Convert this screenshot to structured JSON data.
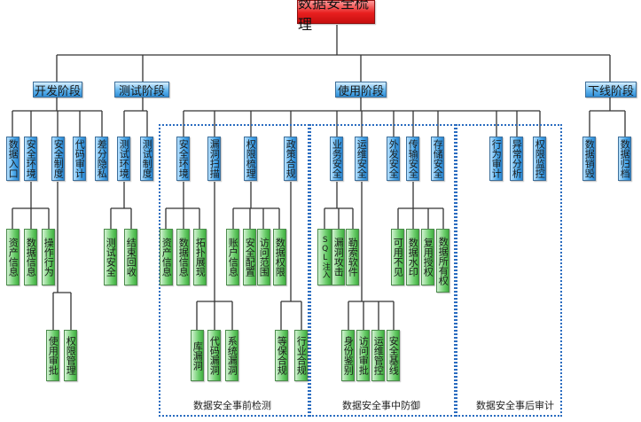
{
  "root": {
    "label": "数据安全梳理"
  },
  "stages": {
    "dev": {
      "label": "开发阶段"
    },
    "test": {
      "label": "测试阶段"
    },
    "use": {
      "label": "使用阶段"
    },
    "off": {
      "label": "下线阶段"
    }
  },
  "regions": {
    "pre": {
      "label": "数据安全事前检测"
    },
    "mid": {
      "label": "数据安全事中防御"
    },
    "post": {
      "label": "数据安全事后审计"
    }
  },
  "dev": {
    "data_entry": "数据入口",
    "safe_env": "安全环境",
    "safe_system": "安全制度",
    "code_audit": "代码审计",
    "diff_privacy": "差分隐私",
    "asset_info": "资产信息",
    "data_info": "数据信息",
    "op_behavior": "操作行为",
    "usage_approval": "使用审批",
    "perm_mgmt": "权限管理"
  },
  "test": {
    "test_env": "测试环境",
    "test_system": "测试制度",
    "test_safe": "测试安全",
    "end_recycle": "结束回收"
  },
  "use_pre": {
    "safe_env": "安全环境",
    "vuln_scan": "漏洞扫描",
    "perm_sort": "权限梳理",
    "policy_comply": "政策合规",
    "asset_info": "资产信息",
    "data_info": "数据信息",
    "topo_expand": "拓扑展现",
    "account_info": "账户信息",
    "safe_config": "安全配置",
    "access_scope": "访问范围",
    "data_perm": "数据权限",
    "db_vuln": "库漏洞",
    "code_vuln": "代码漏洞",
    "system_vuln": "系统漏洞",
    "level_protect": "等保合规",
    "industry_comply": "行业合规"
  },
  "use_mid": {
    "biz_safe": "业务安全",
    "ops_safe": "运维安全",
    "outsource_safe": "外发安全",
    "transfer_safe": "传输安全",
    "storage_safe": "存储安全",
    "sql_injection": "SQL注入",
    "vuln_attack": "漏洞攻击",
    "ransomware": "勒索软件",
    "available_invisible": "可用不见",
    "data_watermark": "数据水印",
    "reuse_auth": "复用授权",
    "data_ownership": "数据所有权",
    "identity_auth": "身份鉴别",
    "access_approval": "访问审批",
    "ops_control": "运维管控",
    "safe_baseline": "安全基线"
  },
  "use_post": {
    "behavior_audit": "行为审计",
    "anomaly_analysis": "异常分析",
    "perm_monitor": "权限监控"
  },
  "off": {
    "data_destroy": "数据销毁",
    "data_archive": "数据归档"
  },
  "colors": {
    "root": "#e81f1f",
    "stage": "#4aa8ea",
    "blue_leaf": "#2a85d0",
    "green_leaf": "#3fae3f",
    "region_border": "#2a6cc0",
    "line": "#333333"
  }
}
